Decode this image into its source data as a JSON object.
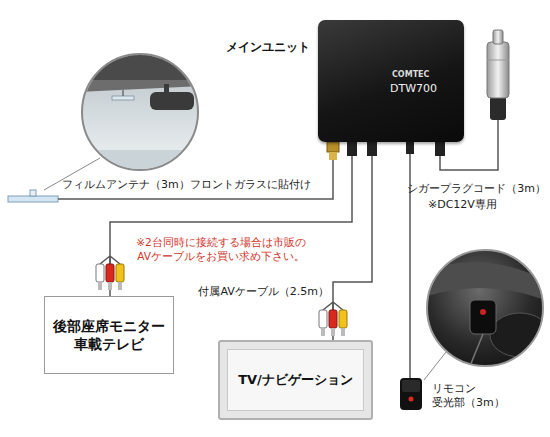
{
  "diagram": {
    "nodes": [
      {
        "text": [
          "メインユニット"
        ]
      },
      {
        "text": [
          "フィルムアンテナ（3m）フロントガラスに貼付け"
        ]
      },
      {
        "text": [
          "シガープラグコード（3m）",
          "※DC12V専用"
        ]
      },
      {
        "text": [
          "後部座席モニター 車載テレビ"
        ]
      },
      {
        "text": [
          "TV/ナビゲーション"
        ]
      },
      {
        "text": [
          "リモコン 受光部（3m）"
        ]
      }
    ],
    "edges": [
      {
        "from": 0,
        "to": 1,
        "arrow": "none"
      },
      {
        "from": 0,
        "to": 2,
        "arrow": "none"
      },
      {
        "from": 0,
        "to": 3,
        "arrow": "none"
      },
      {
        "from": 0,
        "to": 4,
        "arrow": "none",
        "label": "付属AVケーブル（2.5m）"
      },
      {
        "from": 0,
        "to": 5,
        "arrow": "none"
      }
    ],
    "labels": [
      "※2台同時に接続する場合は市販の AVケーブルをお買い求め下さい。",
      "COMTEC",
      "DTW700"
    ]
  }
}
